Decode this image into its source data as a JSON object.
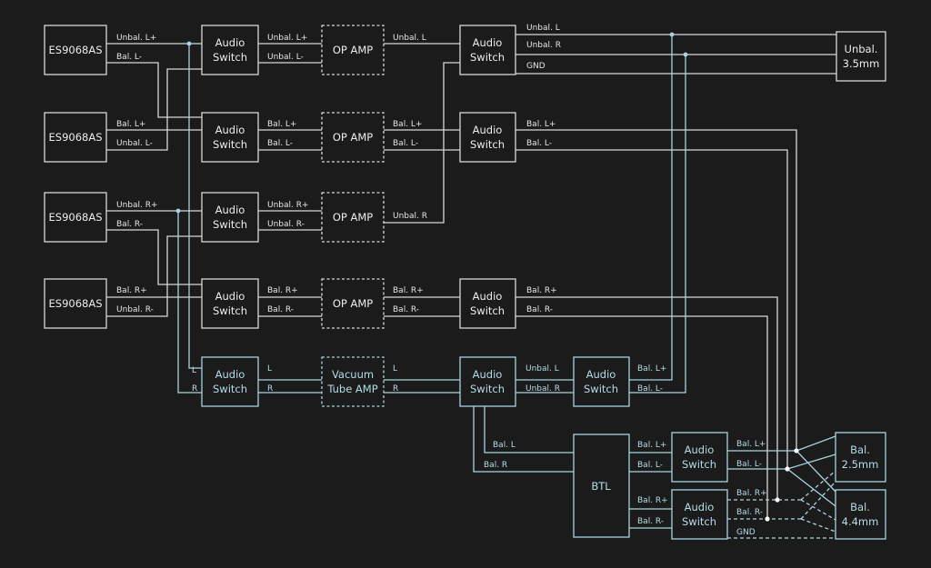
{
  "diagram": {
    "colors": {
      "background": "#1b1b1b",
      "primary_path": "#d8d8d8",
      "secondary_path": "#a9d2df"
    },
    "blocks": {
      "dac1": "ES9068AS",
      "dac2": "ES9068AS",
      "dac3": "ES9068AS",
      "dac4": "ES9068AS",
      "sw1": [
        "Audio",
        "Switch"
      ],
      "sw2": [
        "Audio",
        "Switch"
      ],
      "sw3": [
        "Audio",
        "Switch"
      ],
      "sw4": [
        "Audio",
        "Switch"
      ],
      "sw5": [
        "Audio",
        "Switch"
      ],
      "op1": "OP AMP",
      "op2": "OP AMP",
      "op3": "OP AMP",
      "op4": "OP AMP",
      "tube": [
        "Vacuum",
        "Tube AMP"
      ],
      "osw1": [
        "Audio",
        "Switch"
      ],
      "osw2": [
        "Audio",
        "Switch"
      ],
      "osw4": [
        "Audio",
        "Switch"
      ],
      "osw5": [
        "Audio",
        "Switch"
      ],
      "osw6": [
        "Audio",
        "Switch"
      ],
      "btl": "BTL",
      "bsw1": [
        "Audio",
        "Switch"
      ],
      "bsw2": [
        "Audio",
        "Switch"
      ],
      "jack35": [
        "Unbal.",
        "3.5mm"
      ],
      "jack25": [
        "Bal.",
        "2.5mm"
      ],
      "jack44": [
        "Bal.",
        "4.4mm"
      ]
    },
    "labels": {
      "dac1_a": "Unbal. L+",
      "dac1_b": "Bal. L-",
      "dac2_a": "Bal. L+",
      "dac2_b": "Unbal. L-",
      "dac3_a": "Unbal. R+",
      "dac3_b": "Bal. R-",
      "dac4_a": "Bal. R+",
      "dac4_b": "Unbal. R-",
      "sw1_a": "Unbal. L+",
      "sw1_b": "Unbal. L-",
      "sw2_a": "Bal. L+",
      "sw2_b": "Bal. L-",
      "sw3_a": "Unbal. R+",
      "sw3_b": "Unbal. R-",
      "sw4_a": "Bal. R+",
      "sw4_b": "Bal. R-",
      "sw5_in_l": "L",
      "sw5_in_r": "R",
      "sw5_a": "L",
      "sw5_b": "R",
      "op1_out": "Unbal. L",
      "op2_a": "Bal. L+",
      "op2_b": "Bal. L-",
      "op3_out": "Unbal. R",
      "op4_a": "Bal. R+",
      "op4_b": "Bal. R-",
      "tube_a": "L",
      "tube_b": "R",
      "osw1_a": "Unbal. L",
      "osw1_b": "Unbal. R",
      "osw1_c": "GND",
      "osw2_a": "Bal. L+",
      "osw2_b": "Bal. L-",
      "osw4_a": "Bal. R+",
      "osw4_b": "Bal. R-",
      "osw5_a": "Unbal. L",
      "osw5_b": "Unbal. R",
      "osw6_a": "Bal. L+",
      "osw6_b": "Bal. L-",
      "btl_in_l": "Bal. L",
      "btl_in_r": "Bal. R",
      "btl_a": "Bal. L+",
      "btl_b": "Bal. L-",
      "btl_c": "Bal. R+",
      "btl_d": "Bal. R-",
      "bsw1_a": "Bal. L+",
      "bsw1_b": "Bal. L-",
      "bsw2_a": "Bal. R+",
      "bsw2_b": "Bal. R-",
      "bsw2_c": "GND"
    }
  }
}
